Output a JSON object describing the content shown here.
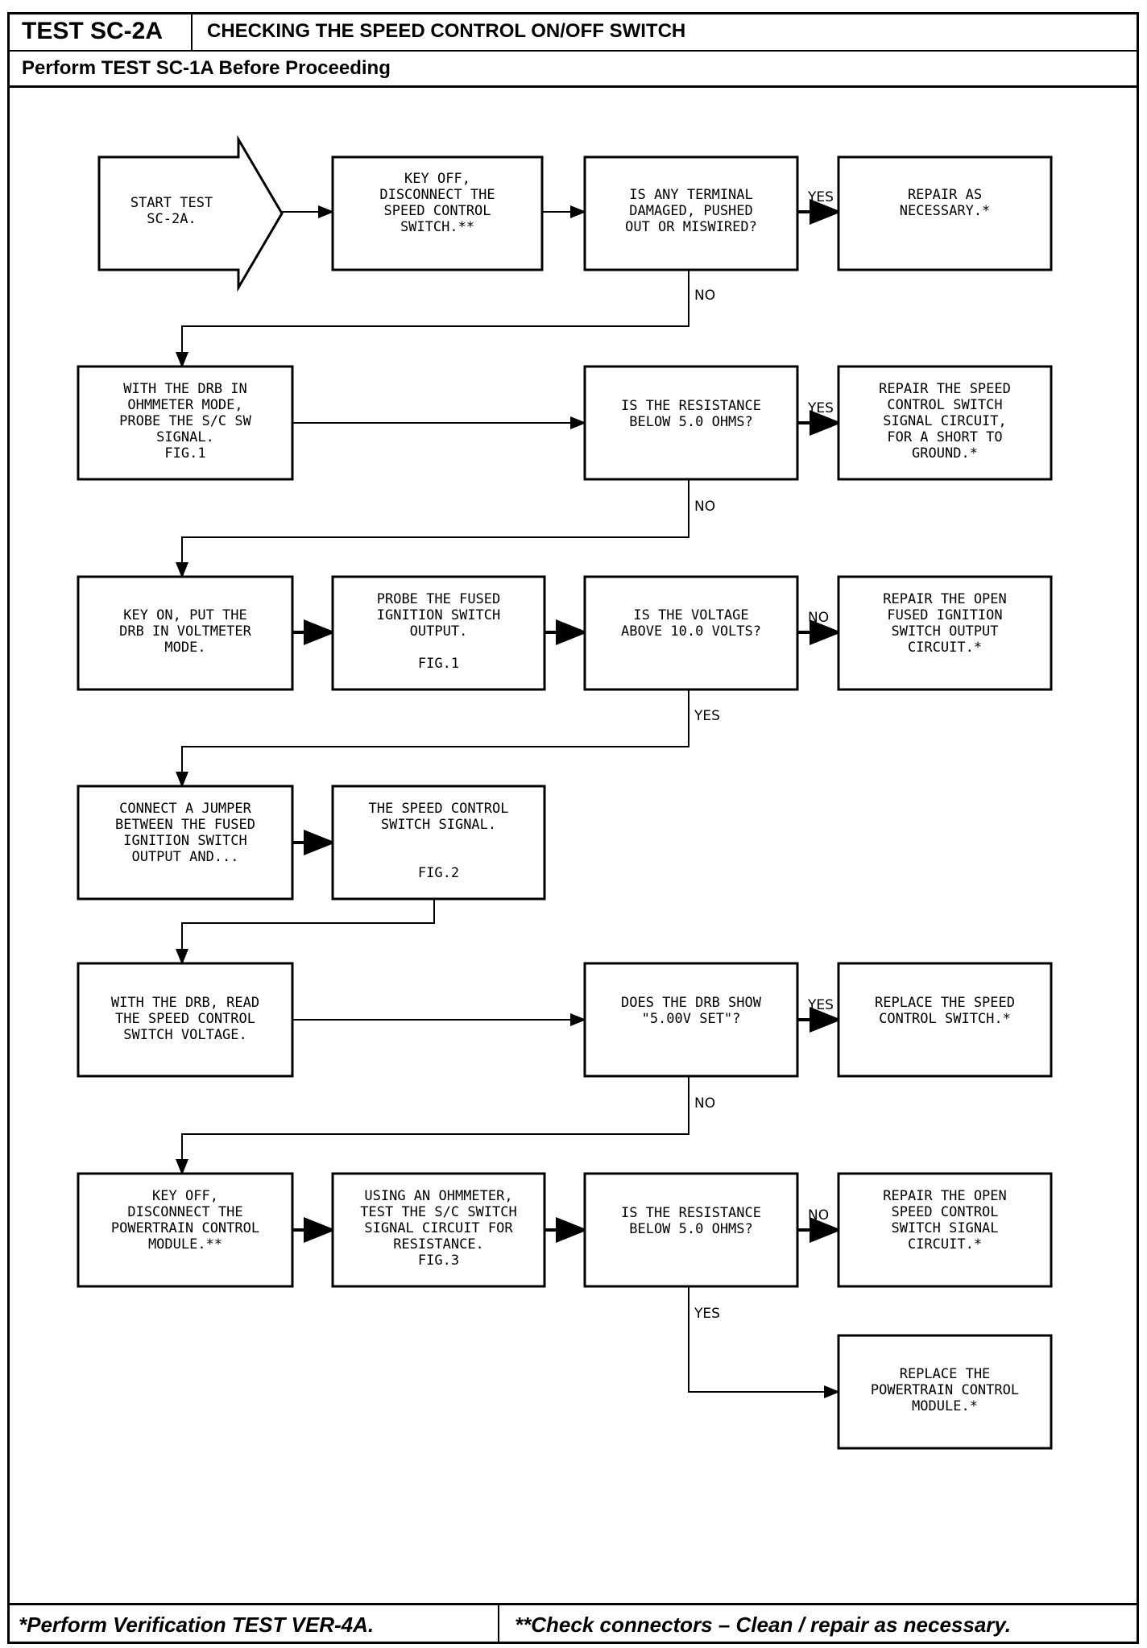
{
  "header": {
    "test_id": "TEST SC-2A",
    "title": "CHECKING THE SPEED CONTROL ON/OFF SWITCH",
    "subtitle": "Perform TEST SC-1A Before Proceeding"
  },
  "footer": {
    "left": "*Perform Verification TEST VER-4A.",
    "right": "**Check connectors – Clean / repair as necessary."
  },
  "nodes": {
    "start": [
      "START TEST",
      "SC-2A."
    ],
    "key_off_1": [
      "KEY OFF,",
      "DISCONNECT THE",
      "SPEED CONTROL",
      "SWITCH.**"
    ],
    "q_terminal": [
      "IS ANY TERMINAL",
      "DAMAGED, PUSHED",
      "OUT OR MISWIRED?"
    ],
    "repair_1": [
      "REPAIR AS",
      "NECESSARY.*"
    ],
    "drb_ohm": [
      "WITH THE DRB IN",
      "OHMMETER MODE,",
      "PROBE THE S/C SW",
      "SIGNAL.",
      "FIG.1"
    ],
    "q_res_1": [
      "IS THE RESISTANCE",
      "BELOW 5.0 OHMS?"
    ],
    "repair_short": [
      "REPAIR THE SPEED",
      "CONTROL SWITCH",
      "SIGNAL CIRCUIT,",
      "FOR A SHORT TO",
      "GROUND.*"
    ],
    "key_on": [
      "KEY ON, PUT THE",
      "DRB IN VOLTMETER",
      "MODE."
    ],
    "probe_fused": [
      "PROBE THE FUSED",
      "IGNITION SWITCH",
      "OUTPUT.",
      "",
      "FIG.1"
    ],
    "q_voltage": [
      "IS THE VOLTAGE",
      "ABOVE 10.0 VOLTS?"
    ],
    "repair_open_fused": [
      "REPAIR THE OPEN",
      "FUSED IGNITION",
      "SWITCH OUTPUT",
      "CIRCUIT.*"
    ],
    "jumper": [
      "CONNECT A JUMPER",
      "BETWEEN THE FUSED",
      "IGNITION SWITCH",
      "OUTPUT AND..."
    ],
    "sc_signal": [
      "THE SPEED CONTROL",
      "SWITCH SIGNAL.",
      "",
      "",
      "FIG.2"
    ],
    "read_voltage": [
      "WITH THE DRB, READ",
      "THE SPEED CONTROL",
      "SWITCH VOLTAGE."
    ],
    "q_drb_show": [
      "DOES THE DRB SHOW",
      "\"5.00V SET\"?"
    ],
    "replace_switch": [
      "REPLACE THE SPEED",
      "CONTROL SWITCH.*"
    ],
    "key_off_2": [
      "KEY OFF,",
      "DISCONNECT THE",
      "POWERTRAIN CONTROL",
      "MODULE.**"
    ],
    "ohmmeter_test": [
      "USING AN OHMMETER,",
      "TEST THE S/C SWITCH",
      "SIGNAL CIRCUIT FOR",
      "RESISTANCE.",
      "FIG.3"
    ],
    "q_res_2": [
      "IS THE RESISTANCE",
      "BELOW 5.0 OHMS?"
    ],
    "repair_open_signal": [
      "REPAIR THE OPEN",
      "SPEED CONTROL",
      "SWITCH SIGNAL",
      "CIRCUIT.*"
    ],
    "replace_pcm": [
      "REPLACE THE",
      "POWERTRAIN CONTROL",
      "MODULE.*"
    ]
  },
  "edge_labels": {
    "yes": "YES",
    "no": "NO"
  }
}
